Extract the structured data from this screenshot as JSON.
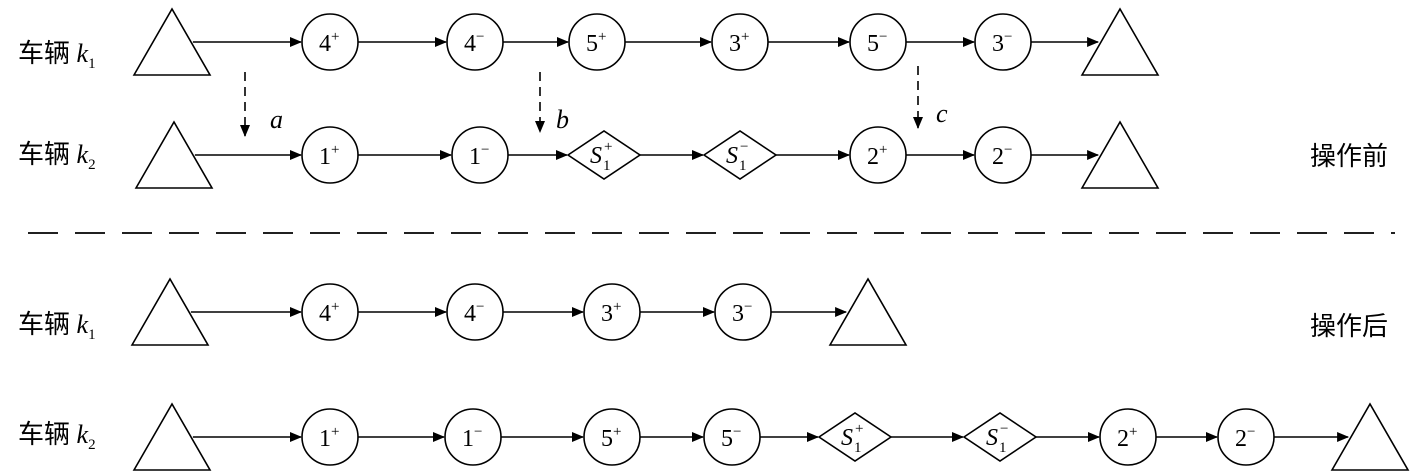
{
  "vehicle_label_prefix": "车辆",
  "vehicles": [
    {
      "var": "k",
      "sub": "1",
      "row": "before-k1"
    },
    {
      "var": "k",
      "sub": "2",
      "row": "before-k2"
    },
    {
      "var": "k",
      "sub": "1",
      "row": "after-k1"
    },
    {
      "var": "k",
      "sub": "2",
      "row": "after-k2"
    }
  ],
  "sections": {
    "before": "操作前",
    "after": "操作后"
  },
  "routes": {
    "before_k1": [
      {
        "type": "depot"
      },
      {
        "type": "customer",
        "num": "4",
        "sign": "+"
      },
      {
        "type": "customer",
        "num": "4",
        "sign": "−"
      },
      {
        "type": "customer",
        "num": "5",
        "sign": "+"
      },
      {
        "type": "customer",
        "num": "3",
        "sign": "+"
      },
      {
        "type": "customer",
        "num": "5",
        "sign": "−"
      },
      {
        "type": "customer",
        "num": "3",
        "sign": "−"
      },
      {
        "type": "depot"
      }
    ],
    "before_k2": [
      {
        "type": "depot"
      },
      {
        "type": "customer",
        "num": "1",
        "sign": "+"
      },
      {
        "type": "customer",
        "num": "1",
        "sign": "−"
      },
      {
        "type": "station",
        "num": "S",
        "sub": "1",
        "sign": "+"
      },
      {
        "type": "station",
        "num": "S",
        "sub": "1",
        "sign": "−"
      },
      {
        "type": "customer",
        "num": "2",
        "sign": "+"
      },
      {
        "type": "customer",
        "num": "2",
        "sign": "−"
      },
      {
        "type": "depot"
      }
    ],
    "after_k1": [
      {
        "type": "depot"
      },
      {
        "type": "customer",
        "num": "4",
        "sign": "+"
      },
      {
        "type": "customer",
        "num": "4",
        "sign": "−"
      },
      {
        "type": "customer",
        "num": "3",
        "sign": "+"
      },
      {
        "type": "customer",
        "num": "3",
        "sign": "−"
      },
      {
        "type": "depot"
      }
    ],
    "after_k2": [
      {
        "type": "depot"
      },
      {
        "type": "customer",
        "num": "1",
        "sign": "+"
      },
      {
        "type": "customer",
        "num": "1",
        "sign": "−"
      },
      {
        "type": "customer",
        "num": "5",
        "sign": "+"
      },
      {
        "type": "customer",
        "num": "5",
        "sign": "−"
      },
      {
        "type": "station",
        "num": "S",
        "sub": "1",
        "sign": "+"
      },
      {
        "type": "station",
        "num": "S",
        "sub": "1",
        "sign": "−"
      },
      {
        "type": "customer",
        "num": "2",
        "sign": "+"
      },
      {
        "type": "customer",
        "num": "2",
        "sign": "−"
      },
      {
        "type": "depot"
      }
    ]
  },
  "insertion_markers": [
    "a",
    "b",
    "c"
  ]
}
